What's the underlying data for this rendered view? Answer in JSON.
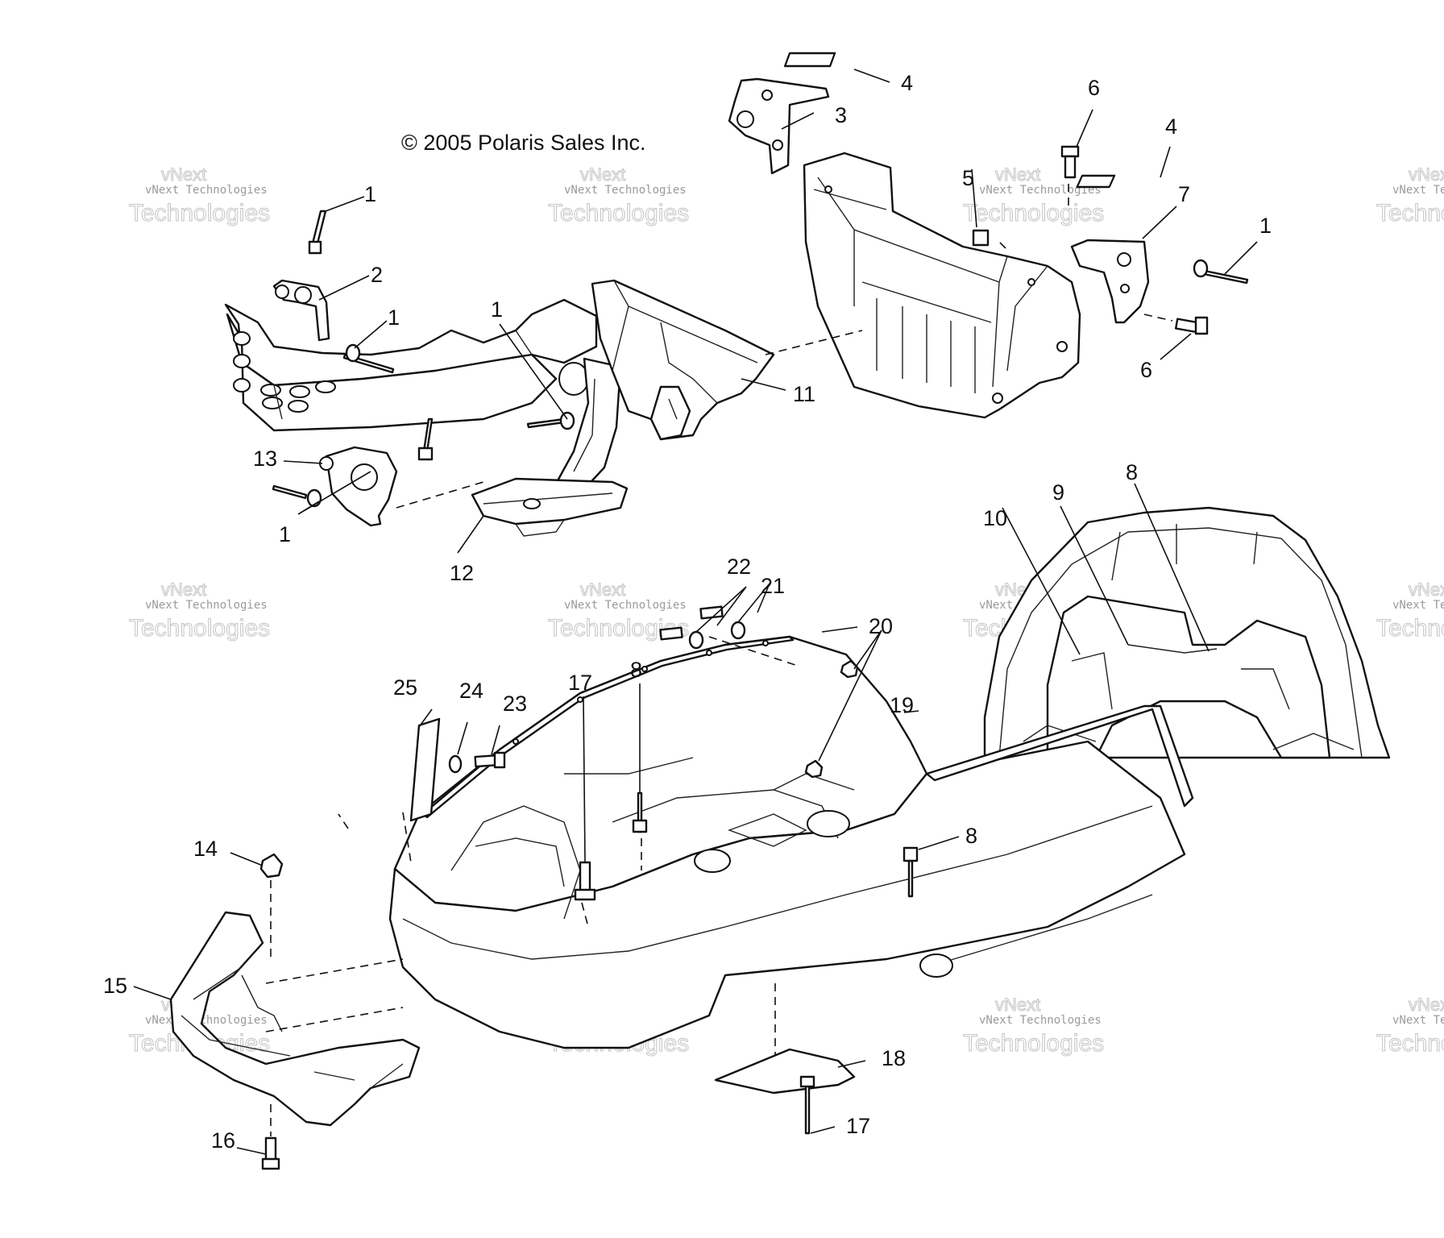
{
  "copyright": "© 2005 Polaris Sales Inc.",
  "watermark": {
    "small": "vNext Technologies",
    "large": "Technologies",
    "top": "vNext"
  },
  "callouts": [
    "1",
    "2",
    "3",
    "4",
    "5",
    "6",
    "7",
    "8",
    "9",
    "10",
    "11",
    "12",
    "13",
    "14",
    "15",
    "16",
    "17",
    "18",
    "19",
    "20",
    "21",
    "22",
    "23",
    "24",
    "25"
  ],
  "colors": {
    "line": "#111111",
    "background": "#ffffff",
    "watermark": "#c4c4c4"
  }
}
